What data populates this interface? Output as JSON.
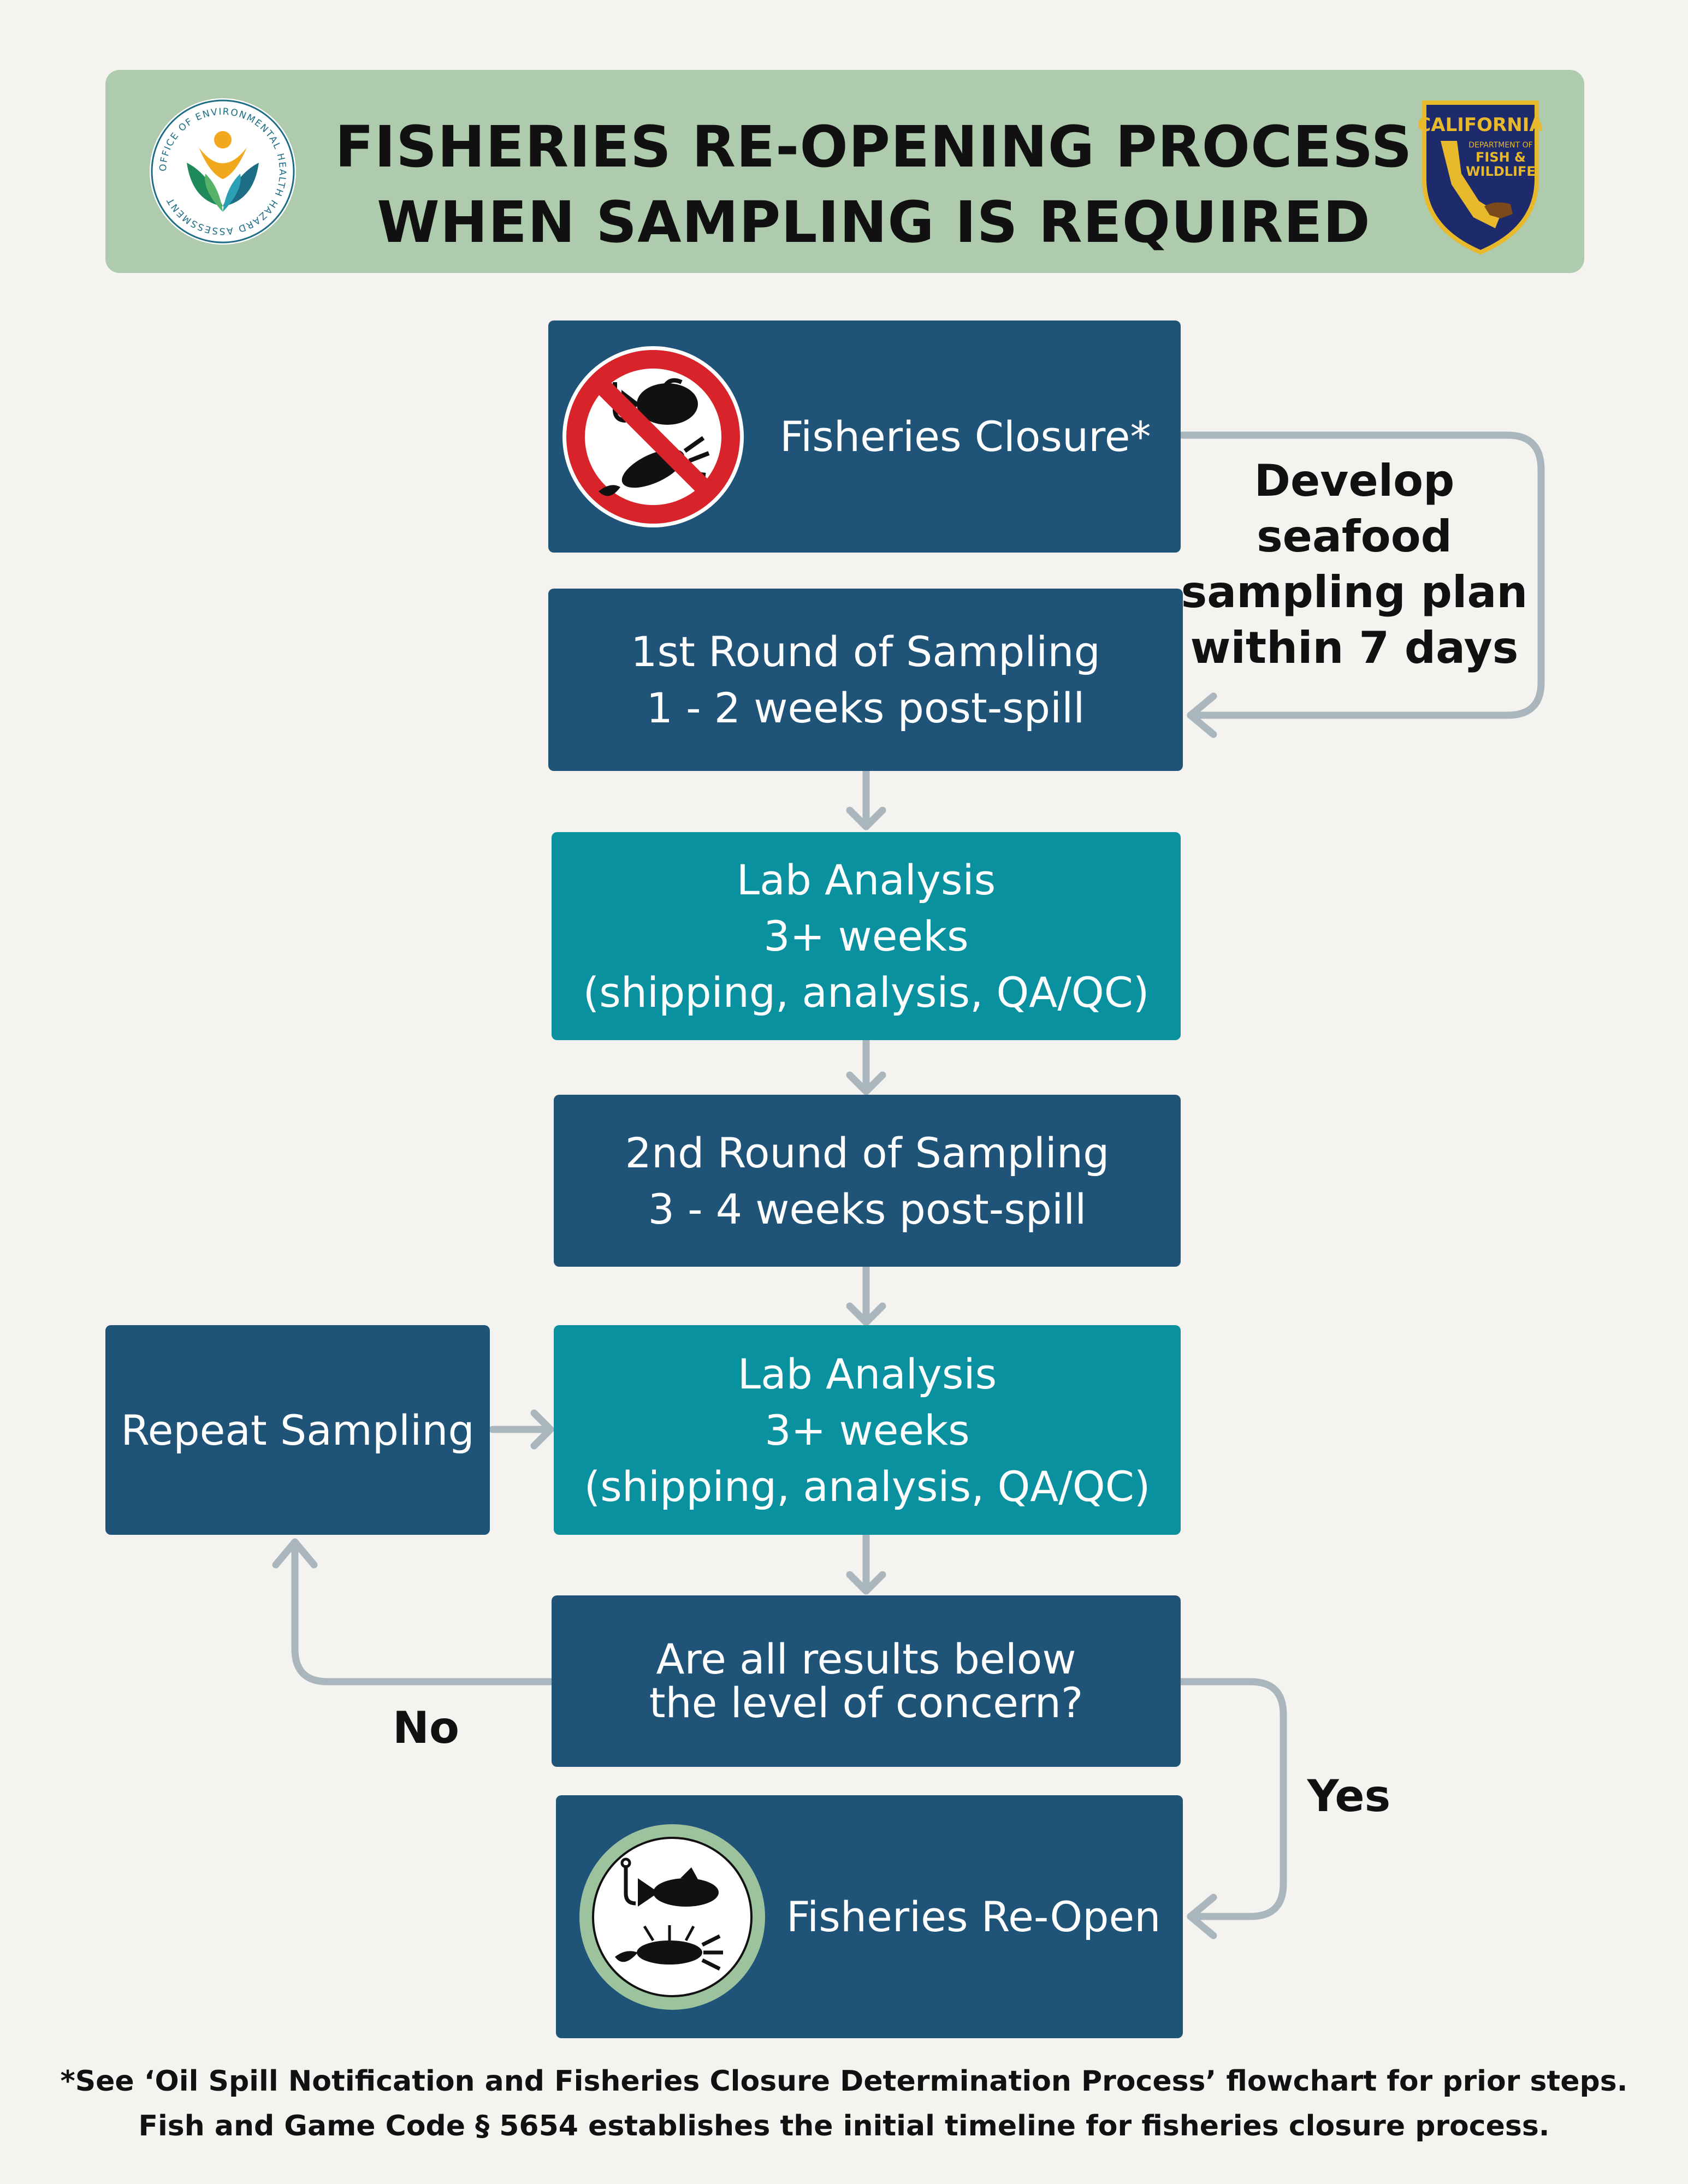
{
  "header": {
    "title_line1": "FISHERIES RE-OPENING PROCESS",
    "title_line2": "WHEN SAMPLING IS REQUIRED",
    "logo_left_text": "OFFICE OF ENVIRONMENTAL HEALTH HAZARD ASSESSMENT",
    "logo_right_line1": "CALIFORNIA",
    "logo_right_line2": "DEPARTMENT OF",
    "logo_right_line3": "FISH &",
    "logo_right_line4": "WILDLIFE"
  },
  "steps": {
    "closure": "Fisheries Closure*",
    "round1": "1st Round of Sampling\n1 - 2 weeks post-spill",
    "lab1": "Lab Analysis\n3+ weeks\n(shipping, analysis, QA/QC)",
    "round2": "2nd Round of Sampling\n3 - 4 weeks post-spill",
    "lab2": "Lab Analysis\n3+ weeks\n(shipping, analysis, QA/QC)",
    "repeat": "Repeat Sampling",
    "decision": "Are all results below\nthe level of concern?",
    "reopen": "Fisheries Re-Open"
  },
  "annotations": {
    "develop": "Develop\nseafood\nsampling plan\nwithin 7 days",
    "no": "No",
    "yes": "Yes"
  },
  "footer": {
    "line1": "*See ‘Oil Spill Notification and Fisheries Closure Determination Process’ flowchart for prior steps.",
    "line2": "Fish and Game Code § 5654 establishes the initial timeline for fisheries closure process."
  },
  "colors": {
    "header_bg": "#aecbad",
    "dark_box": "#1f5378",
    "teal_box": "#09919f",
    "connector": "#aab6be",
    "prohibit_red": "#d8232a",
    "badge_navy": "#1d2a6b",
    "badge_gold": "#e8b92a"
  }
}
